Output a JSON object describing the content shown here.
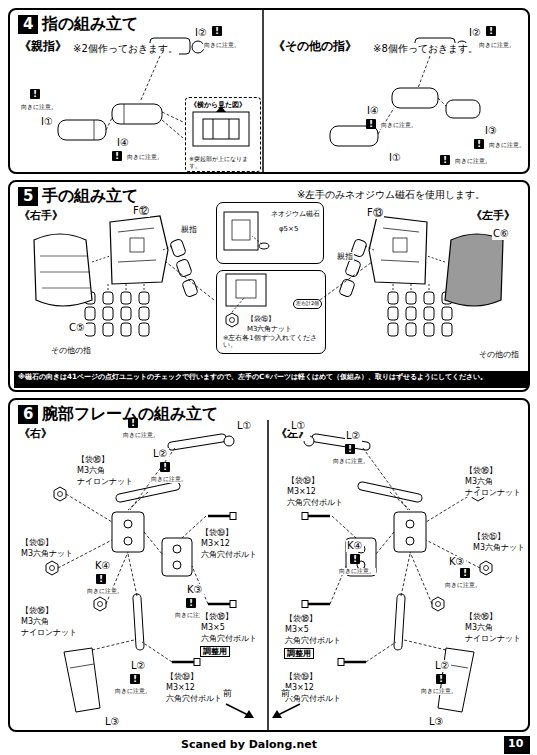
{
  "diagram": {
    "nodes": [
      {
        "text": [
          "4",
          "指の組み立て"
        ]
      },
      {
        "text": [
          "《横から見た図》",
          "※突起部が上になります。"
        ],
        "in": 0
      },
      {
        "text": [
          "5",
          "手の組み立て"
        ]
      },
      {
        "text": [
          "ネオジウム磁石",
          "φ5×5"
        ],
        "in": 2
      },
      {
        "text": [
          "【袋⑮】",
          "M3六角ナット",
          "左右計2個",
          "※左右各1個ずつ入れてください。"
        ],
        "in": 2
      },
      {
        "text": [
          "※磁石の向きは41ページの点灯ユニットのチェックで行いますので、左手のC⑥パーツは軽くはめて（仮組み）、取りはずせるようにしてください。"
        ],
        "in": 2
      },
      {
        "text": [
          "6",
          "腕部フレームの組み立て"
        ]
      },
      {
        "text": [
          "10"
        ]
      }
    ],
    "labels": [
      "《親指》",
      "※2個作っておきます。",
      "I②",
      "!",
      "向きに注意。",
      "!",
      "向きに注意。",
      "I①",
      "I④",
      "!",
      "向きに注意。",
      "《その他の指》",
      "※8個作っておきます。",
      "I②",
      "!",
      "向きに注意。",
      "I④",
      "!",
      "向きに注意。",
      "I③",
      "!",
      "向きに注意。",
      "I①",
      "!",
      "向きに注意。",
      "※左手のみネオジウム磁石を使用します。",
      "《右手》",
      "F⑫",
      "親指",
      "C⑤",
      "その他の指",
      "F⑬",
      "《左手》",
      "C⑥",
      "親指",
      "その他の指",
      "《右》",
      "!",
      "向きに注意。",
      "L①",
      "L②",
      "!",
      "向きに注意。",
      "【袋⑯】",
      "M3六角",
      "ナイロンナット",
      "【袋⑮】",
      "M3六角ナット",
      "K④",
      "!",
      "向きに注意。",
      "【袋⑲】",
      "M3×12",
      "六角穴付ボルト",
      "K③",
      "!",
      "向きに注意。",
      "【袋⑯】",
      "M3六角",
      "ナイロンナット",
      "【袋⑱】",
      "M3×5",
      "六角穴付ボルト",
      "調整用",
      "L②",
      "!",
      "向きに注意。",
      "【袋⑲】",
      "M3×12",
      "六角穴付ボルト",
      "前",
      "L③",
      "《左》",
      "L①",
      "L②",
      "!",
      "向きに注意。",
      "【袋⑲】",
      "M3×12",
      "六角穴付ボルト",
      "【袋⑯】",
      "M3六角",
      "ナイロンナット",
      "K④",
      "!",
      "向きに注意。",
      "【袋⑮】",
      "M3六角ナット",
      "K③",
      "!",
      "向きに注意。",
      "【袋⑱】",
      "M3×5",
      "六角穴付ボルト",
      "調整用",
      "【袋⑯】",
      "M3六角",
      "ナイロンナット",
      "【袋⑲】",
      "M3×12",
      "六角穴付ボルト",
      "L②",
      "!",
      "向きに注意。",
      "前",
      "L③",
      "Scaned by Dalong.net"
    ]
  }
}
